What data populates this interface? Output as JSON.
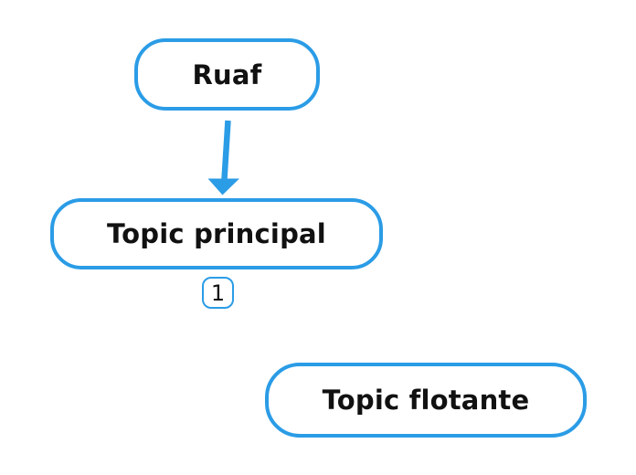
{
  "theme": {
    "accent": "#2B9CE6",
    "text": "#111111",
    "background": "#ffffff",
    "node_fill": "#ffffff"
  },
  "nodes": [
    {
      "id": "ruaf",
      "label": "Ruaf"
    },
    {
      "id": "topic-principal",
      "label": "Topic principal",
      "badge": "1"
    },
    {
      "id": "topic-flotante",
      "label": "Topic flotante"
    }
  ],
  "connector": {
    "from": "Ruaf",
    "to": "Topic principal",
    "style": "arrow"
  }
}
